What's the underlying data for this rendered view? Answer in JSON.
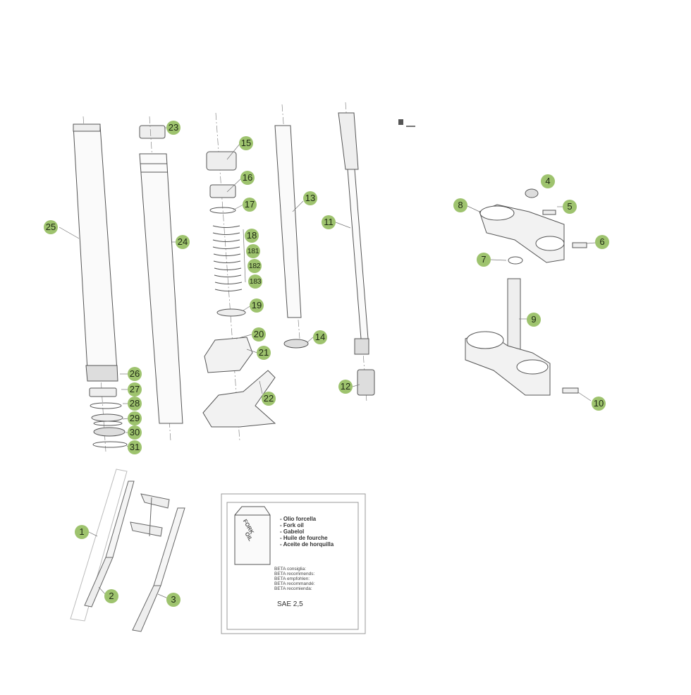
{
  "callouts": [
    "25",
    "23",
    "24",
    "15",
    "16",
    "17",
    "18",
    "181",
    "182",
    "183",
    "19",
    "20",
    "21",
    "22",
    "13",
    "14",
    "11",
    "12",
    "26",
    "27",
    "28",
    "29",
    "30",
    "31",
    "8",
    "4",
    "5",
    "6",
    "7",
    "9",
    "10",
    "1",
    "2",
    "3"
  ],
  "colors": {
    "callout_fill": "#9ec36e",
    "line": "#555555",
    "light_line": "#999999"
  },
  "oil_box": {
    "can_label_1": "FORK",
    "can_label_2": "OIL",
    "names": [
      "- Olio forcella",
      "- Fork oil",
      "- Gabelol",
      "- Huile de fourche",
      "- Aceite de horquilla"
    ],
    "recommend": [
      "BETA consiglia:",
      "BETA recommends:",
      "BETA empfohlen:",
      "BETA recommandé:",
      "BETA recomienda:"
    ],
    "oil_spec": "SAE 2,5"
  },
  "icons": [
    "wrench-icon",
    "parts-icon"
  ]
}
